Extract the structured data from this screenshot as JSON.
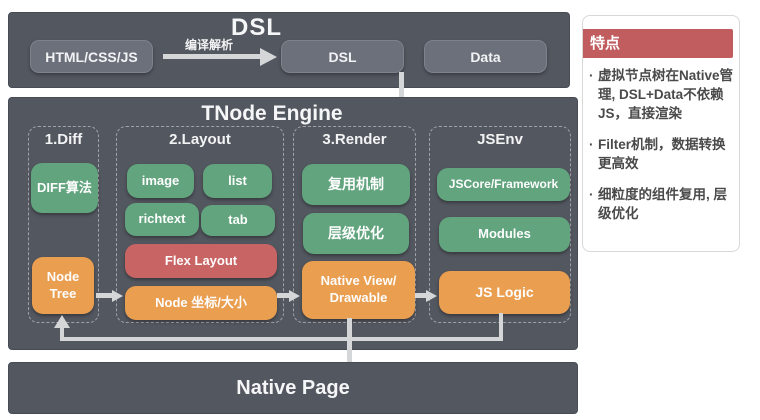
{
  "colors": {
    "panel_dark": "#53575f",
    "pill_gray": "#6b707b",
    "green": "#61a47e",
    "orange": "#ea9e50",
    "red": "#c96464",
    "sidebar_header_red": "#c15d5f",
    "arrow_gray": "#d5d6d8"
  },
  "dsl_section": {
    "title": "DSL",
    "source": "HTML/CSS/JS",
    "arrow_label": "编译解析",
    "outputs": [
      "DSL",
      "Data"
    ]
  },
  "engine": {
    "title": "TNode Engine",
    "columns": [
      {
        "title": "1.Diff",
        "boxes": {
          "diff": "DIFF算法",
          "node_tree": "Node Tree"
        }
      },
      {
        "title": "2.Layout",
        "boxes": {
          "image": "image",
          "list": "list",
          "richtext": "richtext",
          "tab": "tab",
          "flex": "Flex Layout",
          "node_size": "Node 坐标/大小"
        }
      },
      {
        "title": "3.Render",
        "boxes": {
          "reuse": "复用机制",
          "hierarchy": "层级优化",
          "native_view": "Native View/ Drawable"
        }
      },
      {
        "title": "JSEnv",
        "boxes": {
          "jscore": "JSCore/Framework",
          "modules": "Modules",
          "js_logic": "JS Logic"
        }
      }
    ]
  },
  "native_page": {
    "title": "Native Page"
  },
  "sidebar": {
    "header": "特点",
    "bullets": [
      "虚拟节点树在Native管理, DSL+Data不依赖JS，直接渲染",
      "Filter机制，数据转换更高效",
      "细粒度的组件复用, 层级优化"
    ]
  }
}
